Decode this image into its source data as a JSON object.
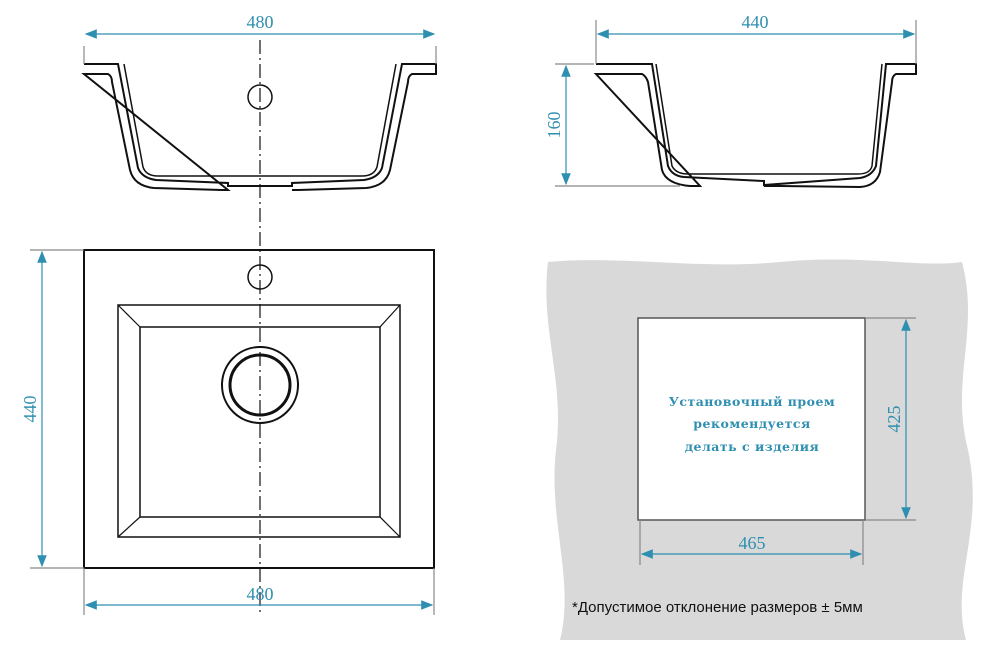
{
  "dimensions": {
    "front_width": "480",
    "side_width": "440",
    "depth": "160",
    "top_height": "440",
    "top_width": "480",
    "cutout_height": "425",
    "cutout_width": "465"
  },
  "cutout_note": [
    "Установочный проем",
    "рекомендуется",
    "делать с изделия"
  ],
  "footnote": "*Допустимое отклонение размеров  ± 5мм",
  "colors": {
    "dimension": "#2f8fb0",
    "countertop": "#d9d9d9",
    "outline": "#111111"
  }
}
